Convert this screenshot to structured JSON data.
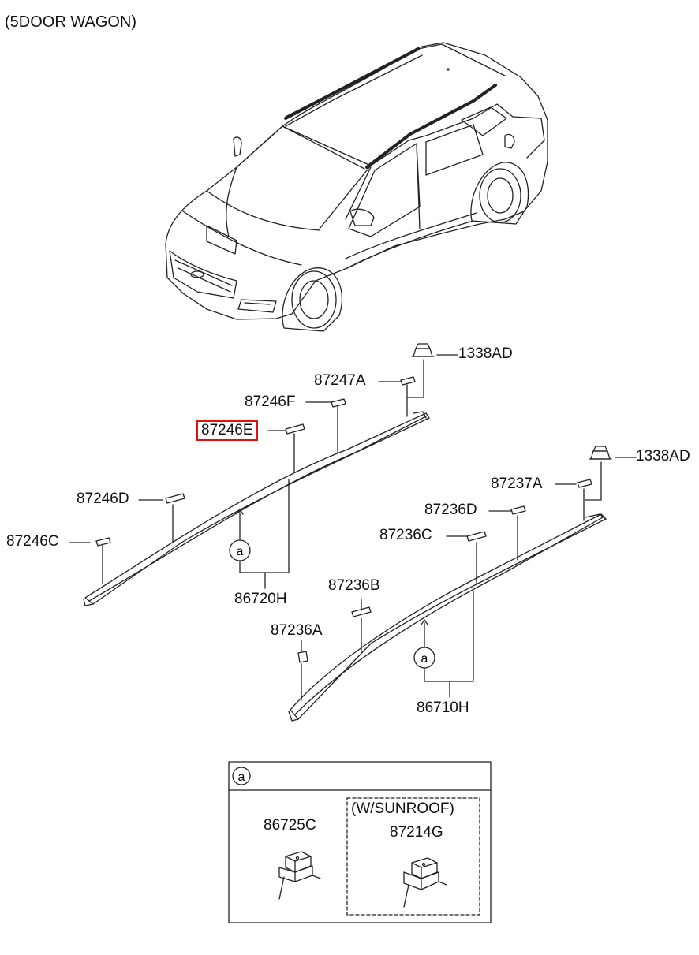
{
  "header": {
    "variant": "(5DOOR WAGON)"
  },
  "parts": {
    "left_rail": {
      "nut": "1338AD",
      "clip_a": "87247A",
      "clip_f": "87246F",
      "clip_e": "87246E",
      "clip_d": "87246D",
      "clip_c": "87246C",
      "assembly": "86720H"
    },
    "right_rail": {
      "nut": "1338AD",
      "clip_a7": "87237A",
      "clip_d": "87236D",
      "clip_c": "87236C",
      "clip_b": "87236B",
      "clip_a": "87236A",
      "assembly": "86710H"
    }
  },
  "callout": {
    "marker": "a"
  },
  "detail_box": {
    "marker": "a",
    "part_standard": "86725C",
    "sunroof_caption": "(W/SUNROOF)",
    "part_sunroof": "87214G"
  },
  "colors": {
    "line": "#222222",
    "highlight": "#e01010",
    "background": "#ffffff"
  }
}
